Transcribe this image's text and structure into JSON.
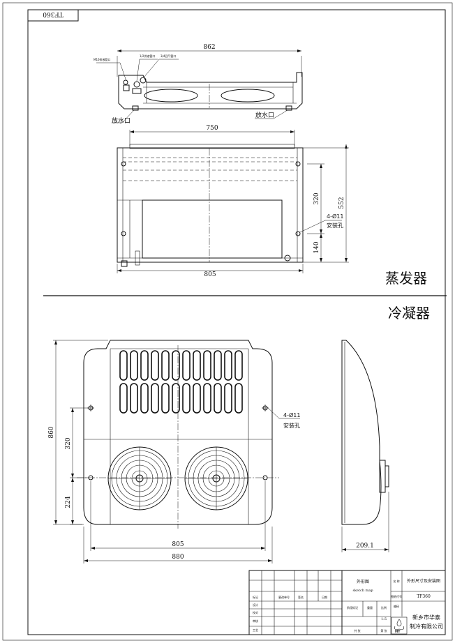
{
  "sheet": {
    "corner_code": "TF360"
  },
  "evaporator": {
    "section_title": "蒸发器",
    "dims": {
      "width_top": "862",
      "width_plan": "750",
      "width_bottom": "805",
      "height_total": "552",
      "height_upper": "320",
      "height_lower": "140"
    },
    "labels": {
      "pipe_small": "M16排液管口",
      "pipe_liquid": "1/2供液管口",
      "pipe_gas": "3/4回气管口",
      "drain_left": "放水口",
      "drain_right": "放水口",
      "holes": "4-Ø11",
      "holes_note": "安装孔"
    }
  },
  "condenser": {
    "section_title": "冷凝器",
    "dims": {
      "height_total": "860",
      "spacing_upper": "320",
      "spacing_lower": "224",
      "width_inner": "805",
      "width_total": "880",
      "depth": "209.1"
    },
    "labels": {
      "holes": "4-Ø11",
      "holes_note": "安装孔"
    }
  },
  "title_block": {
    "drawing_name_cn": "外形图",
    "drawing_name_en": "sketch map",
    "name_label": "名 称",
    "name_value": "外形尺寸及安装图",
    "code_label": "图纸代号",
    "code_value": "TF360",
    "material_label": "编码",
    "scale": "1:5",
    "company_line1": "新乡市华泰",
    "company_line2": "制冷有限公司",
    "logo_text": "HT",
    "row_labels": [
      "标记",
      "设计",
      "校对",
      "审核",
      "工艺"
    ],
    "header_cells": [
      "更改单号",
      "签名",
      "日期"
    ],
    "mid_cells": [
      "阶段标记",
      "重量",
      "比例"
    ],
    "bottom_cells": [
      "共 张",
      "第 张"
    ]
  }
}
